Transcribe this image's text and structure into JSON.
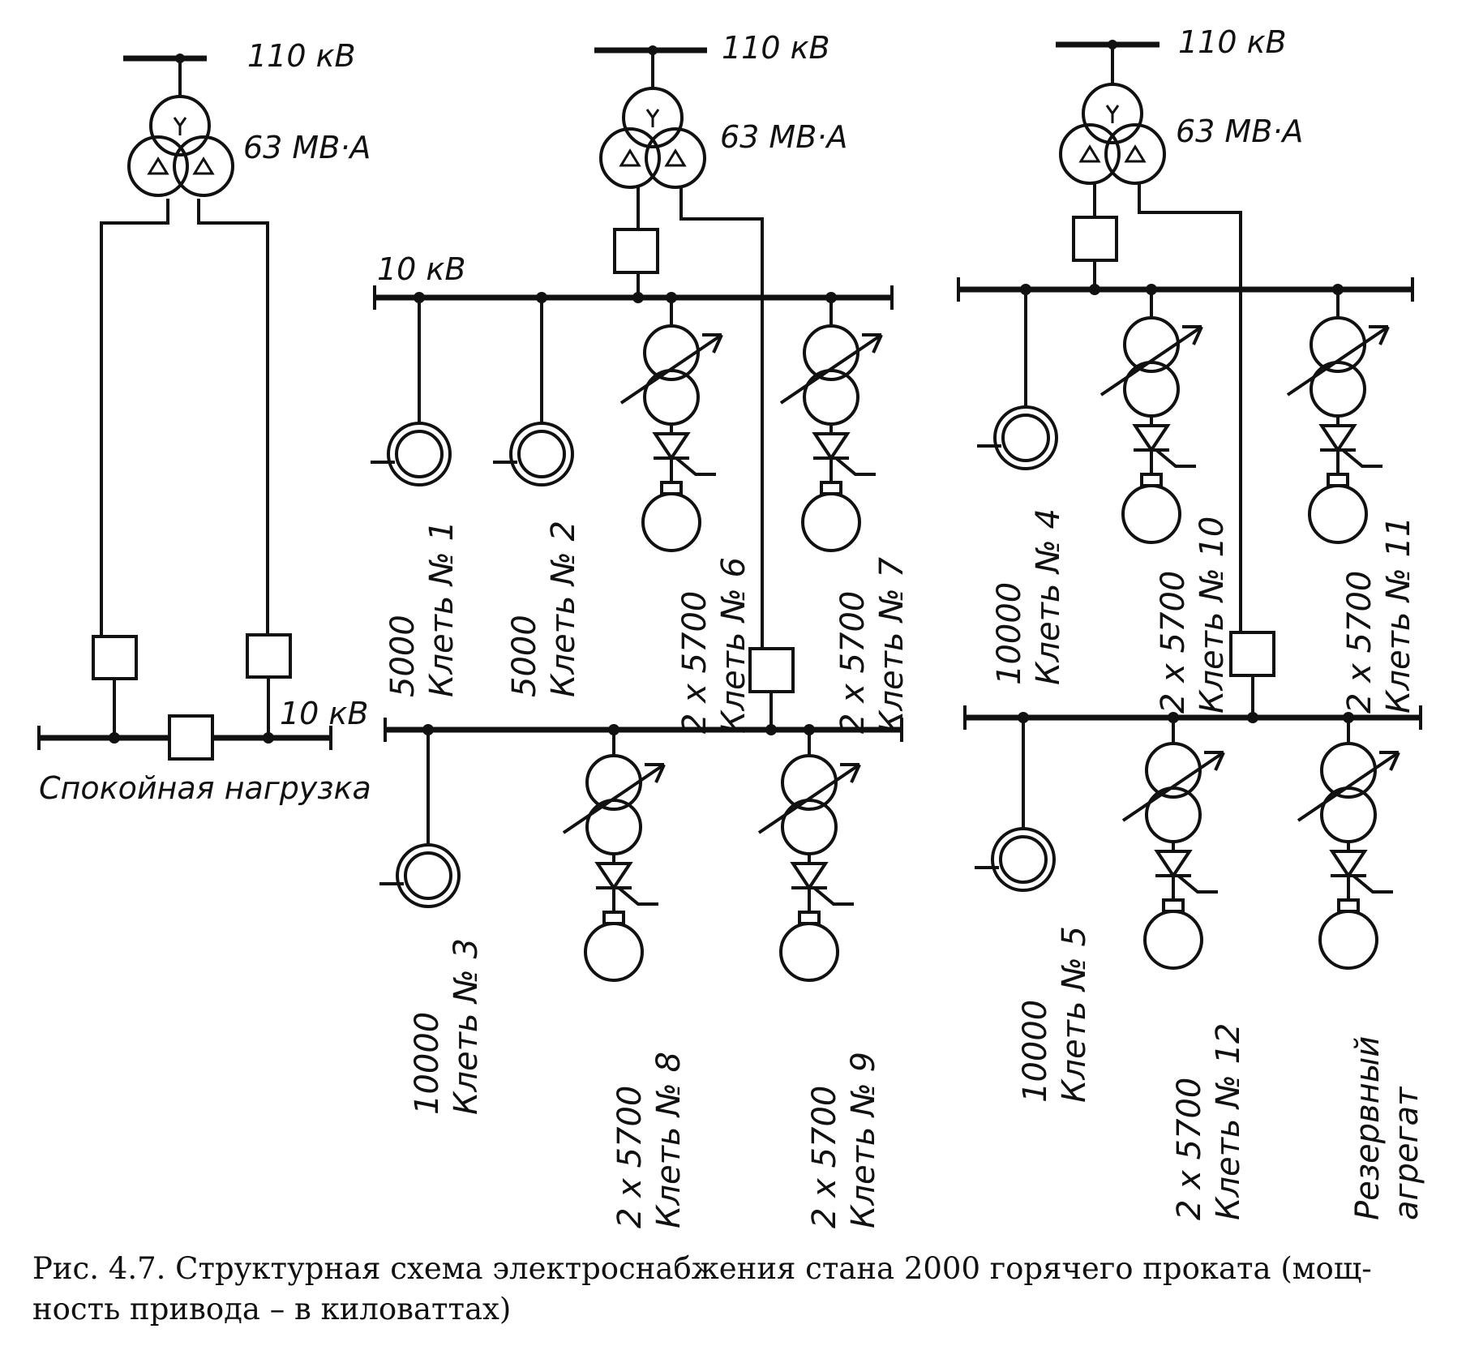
{
  "substations": [
    {
      "supply_voltage": "110 кВ",
      "transformer_rating": "63 МВ·А"
    },
    {
      "supply_voltage": "110 кВ",
      "transformer_rating": "63 МВ·А"
    },
    {
      "supply_voltage": "110 кВ",
      "transformer_rating": "63 МВ·А"
    }
  ],
  "quiet_load": {
    "bus_voltage": "10 кВ",
    "label": "Спокойная нагрузка"
  },
  "bus_voltage_label": "10 кВ",
  "loads": [
    {
      "id": "stand-1",
      "kind": "synchronous-motor",
      "power": "5000",
      "name": "Клеть № 1"
    },
    {
      "id": "stand-2",
      "kind": "synchronous-motor",
      "power": "5000",
      "name": "Клеть № 2"
    },
    {
      "id": "stand-6",
      "kind": "thyristor-drive",
      "power": "2 x 5700",
      "name": "Клеть № 6"
    },
    {
      "id": "stand-7",
      "kind": "thyristor-drive",
      "power": "2 x 5700",
      "name": "Клеть № 7"
    },
    {
      "id": "stand-4",
      "kind": "synchronous-motor",
      "power": "10000",
      "name": "Клеть № 4"
    },
    {
      "id": "stand-10",
      "kind": "thyristor-drive",
      "power": "2 x 5700",
      "name": "Клеть № 10"
    },
    {
      "id": "stand-11",
      "kind": "thyristor-drive",
      "power": "2 x 5700",
      "name": "Клеть № 11"
    },
    {
      "id": "stand-3",
      "kind": "synchronous-motor",
      "power": "10000",
      "name": "Клеть № 3"
    },
    {
      "id": "stand-8",
      "kind": "thyristor-drive",
      "power": "2 x 5700",
      "name": "Клеть № 8"
    },
    {
      "id": "stand-9",
      "kind": "thyristor-drive",
      "power": "2 x 5700",
      "name": "Клеть № 9"
    },
    {
      "id": "stand-5",
      "kind": "synchronous-motor",
      "power": "10000",
      "name": "Клеть № 5"
    },
    {
      "id": "stand-12",
      "kind": "thyristor-drive",
      "power": "2 x 5700",
      "name": "Клеть № 12"
    },
    {
      "id": "reserve",
      "kind": "thyristor-drive",
      "power": "Резервный",
      "name": "агрегат"
    }
  ],
  "caption": {
    "line1": "Рис. 4.7. Структурная схема электроснабжения стана 2000 горячего проката (мощ-",
    "line2": "ность привода – в киловаттах)"
  },
  "icons": [
    "circuit-breaker-icon",
    "three-winding-transformer-icon",
    "regulated-transformer-icon",
    "thyristor-icon",
    "dc-motor-icon",
    "synchronous-motor-icon"
  ]
}
